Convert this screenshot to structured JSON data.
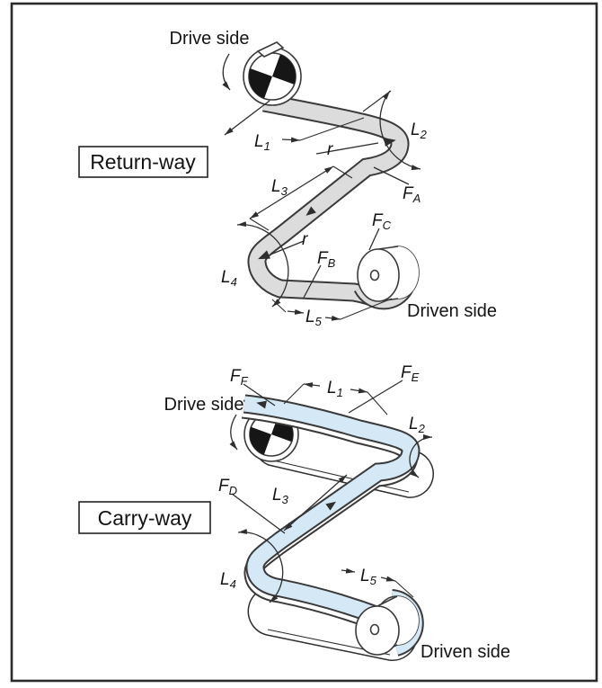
{
  "frame": {
    "background": "#ffffff",
    "border_color": "#2b2b2b",
    "line_color": "#2e2e2e"
  },
  "return_way": {
    "title": "Return-way",
    "drive_side_label": "Drive side",
    "driven_side_label": "Driven side",
    "belt_color": "#dcdcdc",
    "radius_top": "r",
    "radius_bottom": "r",
    "dims": {
      "L1": {
        "base": "L",
        "sub": "1"
      },
      "L2": {
        "base": "L",
        "sub": "2"
      },
      "L3": {
        "base": "L",
        "sub": "3"
      },
      "L4": {
        "base": "L",
        "sub": "4"
      },
      "L5": {
        "base": "L",
        "sub": "5"
      }
    },
    "forces": {
      "FA": {
        "base": "F",
        "sub": "A"
      },
      "FB": {
        "base": "F",
        "sub": "B"
      },
      "FC": {
        "base": "F",
        "sub": "C"
      }
    }
  },
  "carry_way": {
    "title": "Carry-way",
    "drive_side_label": "Drive side",
    "driven_side_label": "Driven side",
    "belt_color": "#d4e8f6",
    "dims": {
      "L1": {
        "base": "L",
        "sub": "1"
      },
      "L2": {
        "base": "L",
        "sub": "2"
      },
      "L3": {
        "base": "L",
        "sub": "3"
      },
      "L4": {
        "base": "L",
        "sub": "4"
      },
      "L5": {
        "base": "L",
        "sub": "5"
      }
    },
    "forces": {
      "FD": {
        "base": "F",
        "sub": "D"
      },
      "FE": {
        "base": "F",
        "sub": "E"
      },
      "FF": {
        "base": "F",
        "sub": "F"
      }
    }
  }
}
